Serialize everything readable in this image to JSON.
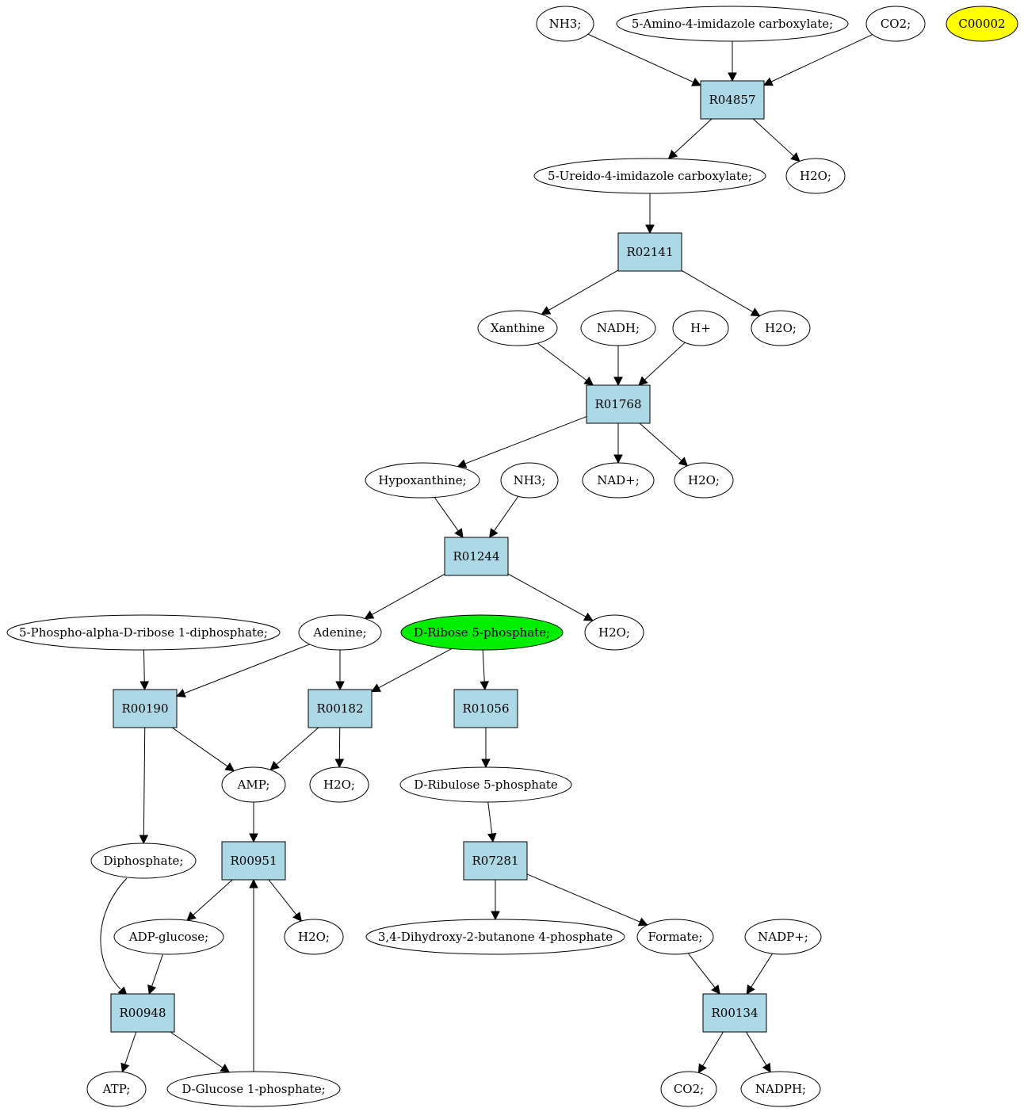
{
  "colors": {
    "reaction_fill": "#add8e6",
    "compound_fill": "#ffffff",
    "start_compound_fill": "#00ee00",
    "highlight_compound_fill": "#ffff00",
    "stroke": "#000000"
  },
  "compounds": [
    {
      "id": "c_nh3_a",
      "label": "NH3;"
    },
    {
      "id": "c_aic",
      "label": "5-Amino-4-imidazole carboxylate;"
    },
    {
      "id": "c_co2_a",
      "label": "CO2;"
    },
    {
      "id": "c_c00002",
      "label": "C00002",
      "highlight": "yellow"
    },
    {
      "id": "c_uic",
      "label": "5-Ureido-4-imidazole carboxylate;"
    },
    {
      "id": "c_h2o_a",
      "label": "H2O;"
    },
    {
      "id": "c_xanthine",
      "label": "Xanthine"
    },
    {
      "id": "c_nadh",
      "label": "NADH;"
    },
    {
      "id": "c_hplus",
      "label": "H+"
    },
    {
      "id": "c_h2o_b",
      "label": "H2O;"
    },
    {
      "id": "c_hypox",
      "label": "Hypoxanthine;"
    },
    {
      "id": "c_nh3_b",
      "label": "NH3;"
    },
    {
      "id": "c_nadplus",
      "label": "NAD+;"
    },
    {
      "id": "c_h2o_c",
      "label": "H2O;"
    },
    {
      "id": "c_prpp",
      "label": "5-Phospho-alpha-D-ribose 1-diphosphate;"
    },
    {
      "id": "c_adenine",
      "label": "Adenine;"
    },
    {
      "id": "c_r5p",
      "label": "D-Ribose 5-phosphate;",
      "highlight": "green"
    },
    {
      "id": "c_h2o_d",
      "label": "H2O;"
    },
    {
      "id": "c_amp",
      "label": "AMP;"
    },
    {
      "id": "c_h2o_e",
      "label": "H2O;"
    },
    {
      "id": "c_ru5p",
      "label": "D-Ribulose 5-phosphate"
    },
    {
      "id": "c_diphosphate",
      "label": "Diphosphate;"
    },
    {
      "id": "c_adpglc",
      "label": "ADP-glucose;"
    },
    {
      "id": "c_h2o_f",
      "label": "H2O;"
    },
    {
      "id": "c_dhbp",
      "label": "3,4-Dihydroxy-2-butanone 4-phosphate"
    },
    {
      "id": "c_formate",
      "label": "Formate;"
    },
    {
      "id": "c_nadpplus",
      "label": "NADP+;"
    },
    {
      "id": "c_atp",
      "label": "ATP;"
    },
    {
      "id": "c_g1p",
      "label": "D-Glucose 1-phosphate;"
    },
    {
      "id": "c_co2_b",
      "label": "CO2;"
    },
    {
      "id": "c_nadph",
      "label": "NADPH;"
    }
  ],
  "reactions": [
    {
      "id": "r_R04857",
      "label": "R04857"
    },
    {
      "id": "r_R02141",
      "label": "R02141"
    },
    {
      "id": "r_R01768",
      "label": "R01768"
    },
    {
      "id": "r_R01244",
      "label": "R01244"
    },
    {
      "id": "r_R00190",
      "label": "R00190"
    },
    {
      "id": "r_R00182",
      "label": "R00182"
    },
    {
      "id": "r_R01056",
      "label": "R01056"
    },
    {
      "id": "r_R00951",
      "label": "R00951"
    },
    {
      "id": "r_R07281",
      "label": "R07281"
    },
    {
      "id": "r_R00948",
      "label": "R00948"
    },
    {
      "id": "r_R00134",
      "label": "R00134"
    }
  ],
  "edges": [
    {
      "from": "c_nh3_a",
      "to": "r_R04857"
    },
    {
      "from": "c_aic",
      "to": "r_R04857"
    },
    {
      "from": "c_co2_a",
      "to": "r_R04857"
    },
    {
      "from": "r_R04857",
      "to": "c_uic"
    },
    {
      "from": "r_R04857",
      "to": "c_h2o_a"
    },
    {
      "from": "c_uic",
      "to": "r_R02141"
    },
    {
      "from": "r_R02141",
      "to": "c_xanthine"
    },
    {
      "from": "r_R02141",
      "to": "c_h2o_b"
    },
    {
      "from": "c_xanthine",
      "to": "r_R01768"
    },
    {
      "from": "c_nadh",
      "to": "r_R01768"
    },
    {
      "from": "c_hplus",
      "to": "r_R01768"
    },
    {
      "from": "r_R01768",
      "to": "c_hypox"
    },
    {
      "from": "r_R01768",
      "to": "c_nadplus"
    },
    {
      "from": "r_R01768",
      "to": "c_h2o_c"
    },
    {
      "from": "c_hypox",
      "to": "r_R01244"
    },
    {
      "from": "c_nh3_b",
      "to": "r_R01244"
    },
    {
      "from": "r_R01244",
      "to": "c_adenine"
    },
    {
      "from": "r_R01244",
      "to": "c_h2o_d"
    },
    {
      "from": "c_prpp",
      "to": "r_R00190"
    },
    {
      "from": "c_adenine",
      "to": "r_R00190"
    },
    {
      "from": "c_adenine",
      "to": "r_R00182"
    },
    {
      "from": "c_r5p",
      "to": "r_R00182"
    },
    {
      "from": "c_r5p",
      "to": "r_R01056"
    },
    {
      "from": "r_R00190",
      "to": "c_amp"
    },
    {
      "from": "r_R00190",
      "to": "c_diphosphate"
    },
    {
      "from": "r_R00182",
      "to": "c_amp"
    },
    {
      "from": "r_R00182",
      "to": "c_h2o_e"
    },
    {
      "from": "r_R01056",
      "to": "c_ru5p"
    },
    {
      "from": "c_amp",
      "to": "r_R00951"
    },
    {
      "from": "c_ru5p",
      "to": "r_R07281"
    },
    {
      "from": "r_R00951",
      "to": "c_adpglc"
    },
    {
      "from": "r_R00951",
      "to": "c_h2o_f"
    },
    {
      "from": "r_R07281",
      "to": "c_dhbp"
    },
    {
      "from": "r_R07281",
      "to": "c_formate"
    },
    {
      "from": "c_diphosphate",
      "to": "r_R00948"
    },
    {
      "from": "c_adpglc",
      "to": "r_R00948"
    },
    {
      "from": "c_formate",
      "to": "r_R00134"
    },
    {
      "from": "c_nadpplus",
      "to": "r_R00134"
    },
    {
      "from": "r_R00948",
      "to": "c_atp"
    },
    {
      "from": "r_R00948",
      "to": "c_g1p"
    },
    {
      "from": "c_g1p",
      "to": "r_R00951"
    },
    {
      "from": "r_R00134",
      "to": "c_co2_b"
    },
    {
      "from": "r_R00134",
      "to": "c_nadph"
    }
  ]
}
